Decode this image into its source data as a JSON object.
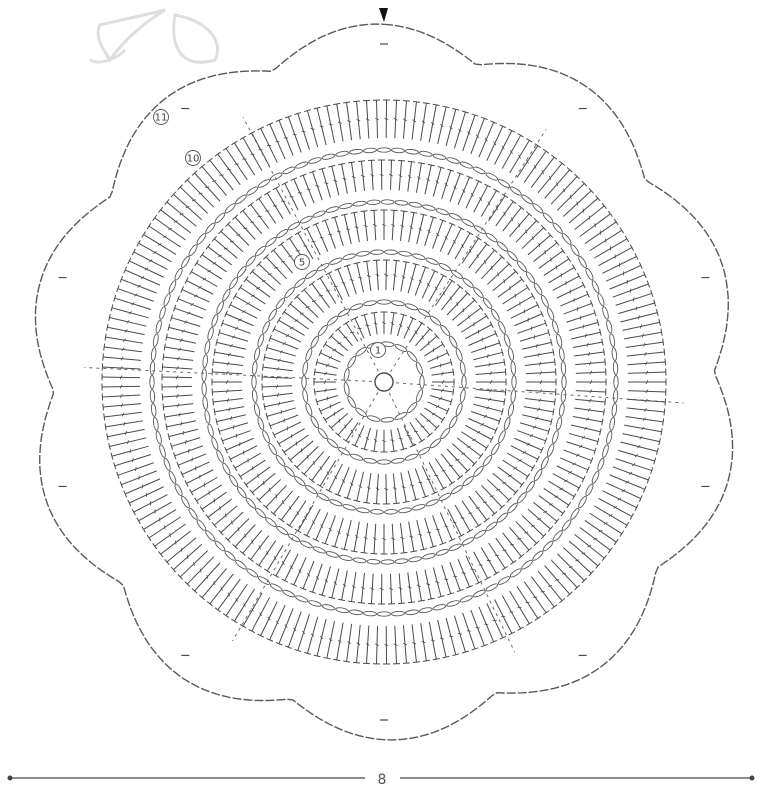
{
  "diagram": {
    "round_labels": [
      "1",
      "5",
      "10",
      "11"
    ],
    "bottom_dimension": "8",
    "colors": {
      "stitch": "#4a4a4a",
      "chain": "#5a5a5a",
      "dashed_joins": "#6a6a6a",
      "start_marker": "#111111",
      "watermark": "#d8d8d8"
    },
    "icons": [
      "start-arrow-icon",
      "ring-center-icon",
      "watermark-logo-icon"
    ]
  }
}
